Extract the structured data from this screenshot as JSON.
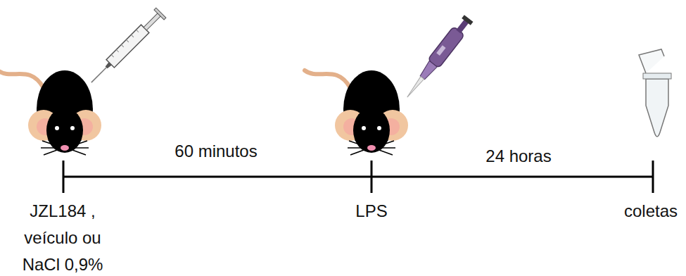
{
  "diagram": {
    "labels": [
      "JZL184 , veículo ou NaCl 0,9%",
      "60 minutos",
      "LPS",
      "24 horas",
      "coletas"
    ]
  }
}
